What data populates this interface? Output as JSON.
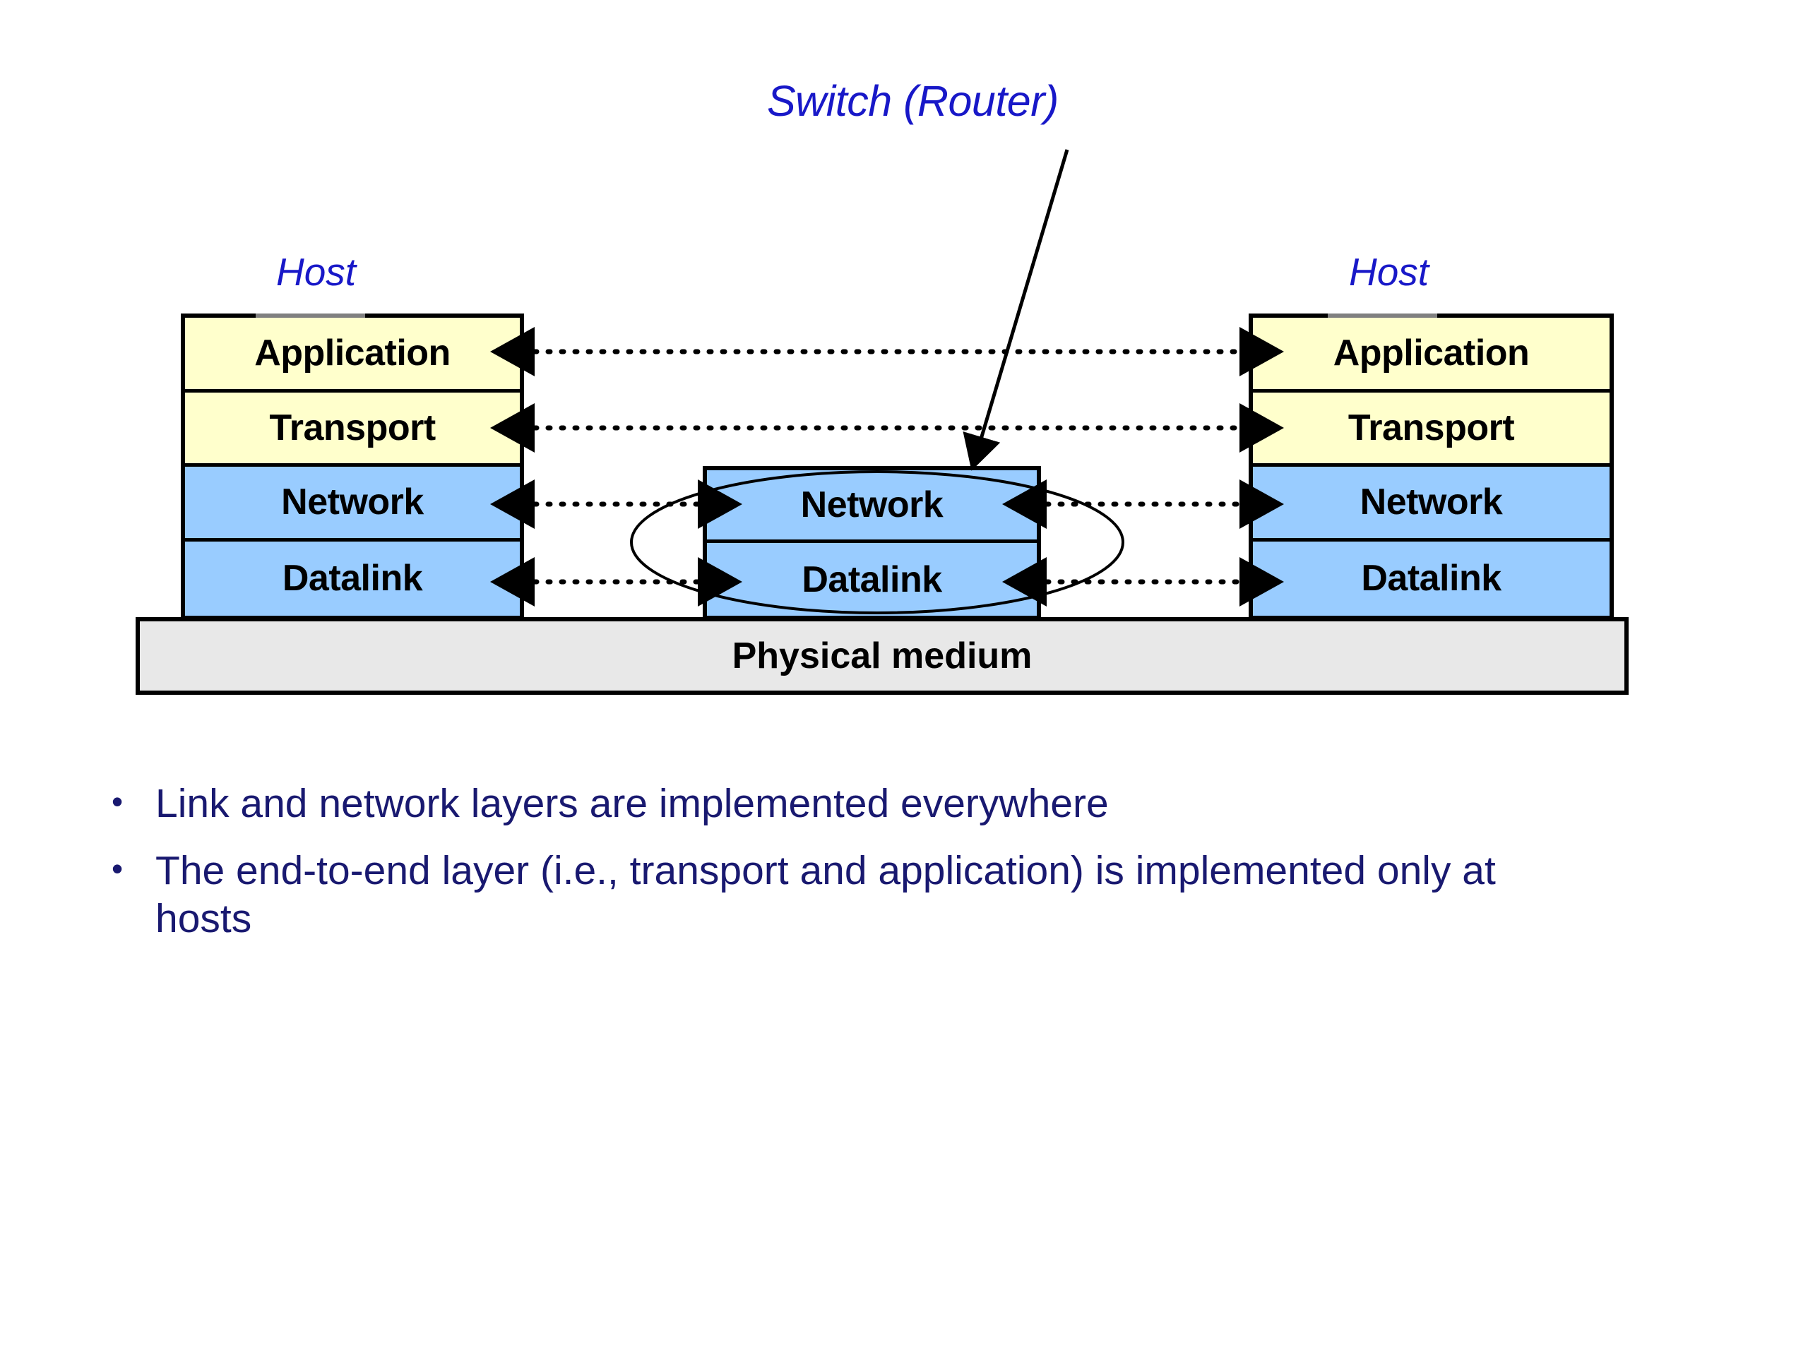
{
  "slide": {
    "background": "#ffffff",
    "accent_blue": "#1818C8",
    "bullet_navy": "#191970",
    "layer_yellow": "#FFFFCC",
    "layer_blue": "#99CCFF",
    "medium_gray": "#E8E8E8"
  },
  "diagram": {
    "switch_callout": "Switch (Router)",
    "host_left_label": "Host",
    "host_right_label": "Host",
    "host_left_layers": [
      {
        "name": "Application",
        "fill": "#FFFFCC"
      },
      {
        "name": "Transport",
        "fill": "#FFFFCC"
      },
      {
        "name": "Network",
        "fill": "#99CCFF"
      },
      {
        "name": "Datalink",
        "fill": "#99CCFF"
      }
    ],
    "host_right_layers": [
      {
        "name": "Application",
        "fill": "#FFFFCC"
      },
      {
        "name": "Transport",
        "fill": "#FFFFCC"
      },
      {
        "name": "Network",
        "fill": "#99CCFF"
      },
      {
        "name": "Datalink",
        "fill": "#99CCFF"
      }
    ],
    "switch_layers": [
      {
        "name": "Network",
        "fill": "#99CCFF"
      },
      {
        "name": "Datalink",
        "fill": "#99CCFF"
      }
    ],
    "physical_medium": "Physical medium",
    "peer_links": [
      {
        "layer": "Application",
        "span": "host-to-host",
        "style": "dotted",
        "heads": "both"
      },
      {
        "layer": "Transport",
        "span": "host-to-host",
        "style": "dotted",
        "heads": "both"
      },
      {
        "layer": "Network",
        "span": "host-to-switch",
        "style": "dotted",
        "heads": "both"
      },
      {
        "layer": "Datalink",
        "span": "host-to-switch",
        "style": "dotted",
        "heads": "both"
      }
    ]
  },
  "bullets": {
    "marker": "•",
    "items": [
      "Link and network layers are implemented everywhere",
      "The end-to-end layer (i.e., transport and application) is implemented only at hosts"
    ]
  }
}
